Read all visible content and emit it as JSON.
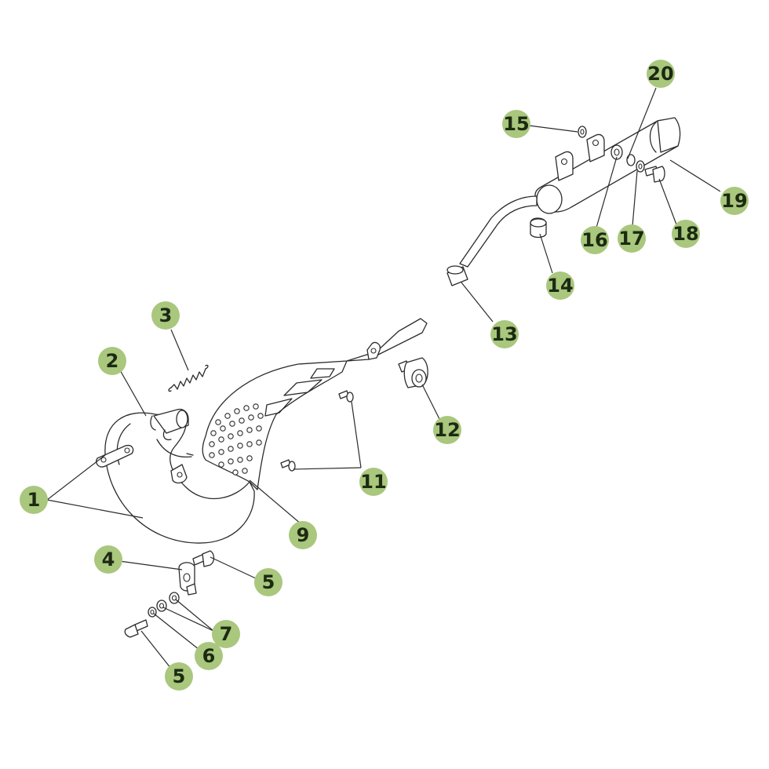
{
  "diagram": {
    "callout_color": "#a9c77d",
    "line_color": "#2b2b2b",
    "callouts": [
      {
        "id": "c1",
        "label": "1"
      },
      {
        "id": "c2",
        "label": "2"
      },
      {
        "id": "c3",
        "label": "3"
      },
      {
        "id": "c4",
        "label": "4"
      },
      {
        "id": "c5a",
        "label": "5"
      },
      {
        "id": "c5b",
        "label": "5"
      },
      {
        "id": "c6",
        "label": "6"
      },
      {
        "id": "c7",
        "label": "7"
      },
      {
        "id": "c9",
        "label": "9"
      },
      {
        "id": "c11",
        "label": "11"
      },
      {
        "id": "c12",
        "label": "12"
      },
      {
        "id": "c13",
        "label": "13"
      },
      {
        "id": "c14",
        "label": "14"
      },
      {
        "id": "c15",
        "label": "15"
      },
      {
        "id": "c16",
        "label": "16"
      },
      {
        "id": "c17",
        "label": "17"
      },
      {
        "id": "c18",
        "label": "18"
      },
      {
        "id": "c19",
        "label": "19"
      },
      {
        "id": "c20",
        "label": "20"
      }
    ]
  }
}
